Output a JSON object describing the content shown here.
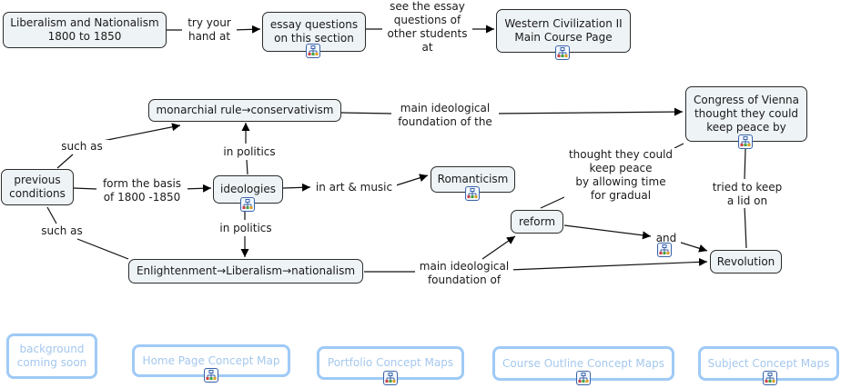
{
  "nodes": {
    "liberalism": "Liberalism and Nationalism\n1800 to 1850",
    "essay": "essay questions\non this section",
    "westciv": "Western Civilization II\nMain Course Page",
    "monarchial": "monarchial rule→conservativism",
    "previous": "previous\nconditions",
    "ideologies": "ideologies",
    "romanticism": "Romanticism",
    "enlightenment": "Enlightenment→Liberalism→nationalism",
    "reform": "reform",
    "congress": "Congress of Vienna\nthought they could\nkeep peace by",
    "revolution": "Revolution"
  },
  "links": {
    "try_your_hand": "try your\nhand at",
    "see_essay": "see the essay\nquestions of\nother students\nat",
    "main_found_the": "main ideological\nfoundation of the",
    "such_as_top": "such as",
    "in_politics_up": "in politics",
    "form_basis": "form the basis\nof 1800 -1850",
    "in_art_music": "in art & music",
    "such_as_bottom": "such as",
    "in_politics_down": "in politics",
    "thought_peace": "thought they could\nkeep peace\nby allowing time\nfor gradual",
    "tried_lid": "tried to keep\na lid on",
    "and": "and",
    "main_found_of": "main ideological\nfoundation of"
  },
  "nav": {
    "background": "background\ncoming soon",
    "home": "Home Page Concept Map",
    "portfolio": "Portfolio Concept Maps",
    "outline": "Course Outline Concept Maps",
    "subject": "Subject Concept Maps"
  },
  "colors": {
    "node_fill": "#eef3f6",
    "node_border": "#2b2b2b",
    "nav_border": "#9fcaf6",
    "nav_text": "#a4c8ee",
    "resource_icon": "#3a63a8"
  },
  "icons": {
    "resource": "concept-map-resource-icon"
  }
}
